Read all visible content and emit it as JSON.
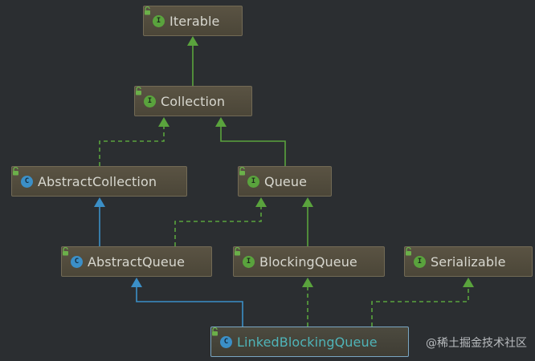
{
  "diagram": {
    "nodes": {
      "iterable": {
        "name": "Iterable",
        "kind": "interface",
        "badge": "I"
      },
      "collection": {
        "name": "Collection",
        "kind": "interface",
        "badge": "I"
      },
      "abstract_collection": {
        "name": "AbstractCollection",
        "kind": "class",
        "badge": "C"
      },
      "queue": {
        "name": "Queue",
        "kind": "interface",
        "badge": "I"
      },
      "abstract_queue": {
        "name": "AbstractQueue",
        "kind": "class",
        "badge": "C"
      },
      "blocking_queue": {
        "name": "BlockingQueue",
        "kind": "interface",
        "badge": "I"
      },
      "serializable": {
        "name": "Serializable",
        "kind": "interface",
        "badge": "I"
      },
      "linked_blocking_queue": {
        "name": "LinkedBlockingQueue",
        "kind": "class",
        "badge": "C",
        "selected": true
      }
    },
    "edges": [
      {
        "from": "collection",
        "to": "iterable",
        "type": "extends-interface"
      },
      {
        "from": "abstract_collection",
        "to": "collection",
        "type": "implements"
      },
      {
        "from": "queue",
        "to": "collection",
        "type": "extends-interface"
      },
      {
        "from": "abstract_queue",
        "to": "abstract_collection",
        "type": "extends-class"
      },
      {
        "from": "abstract_queue",
        "to": "queue",
        "type": "implements"
      },
      {
        "from": "blocking_queue",
        "to": "queue",
        "type": "extends-interface"
      },
      {
        "from": "linked_blocking_queue",
        "to": "abstract_queue",
        "type": "extends-class"
      },
      {
        "from": "linked_blocking_queue",
        "to": "blocking_queue",
        "type": "implements"
      },
      {
        "from": "linked_blocking_queue",
        "to": "serializable",
        "type": "implements"
      }
    ],
    "colors": {
      "interface_edge": "#5aa33d",
      "class_edge": "#3b8fc7",
      "node_bg": "#524c3e",
      "selected_text": "#4fb4b8"
    }
  },
  "watermark": "@稀土掘金技术社区"
}
